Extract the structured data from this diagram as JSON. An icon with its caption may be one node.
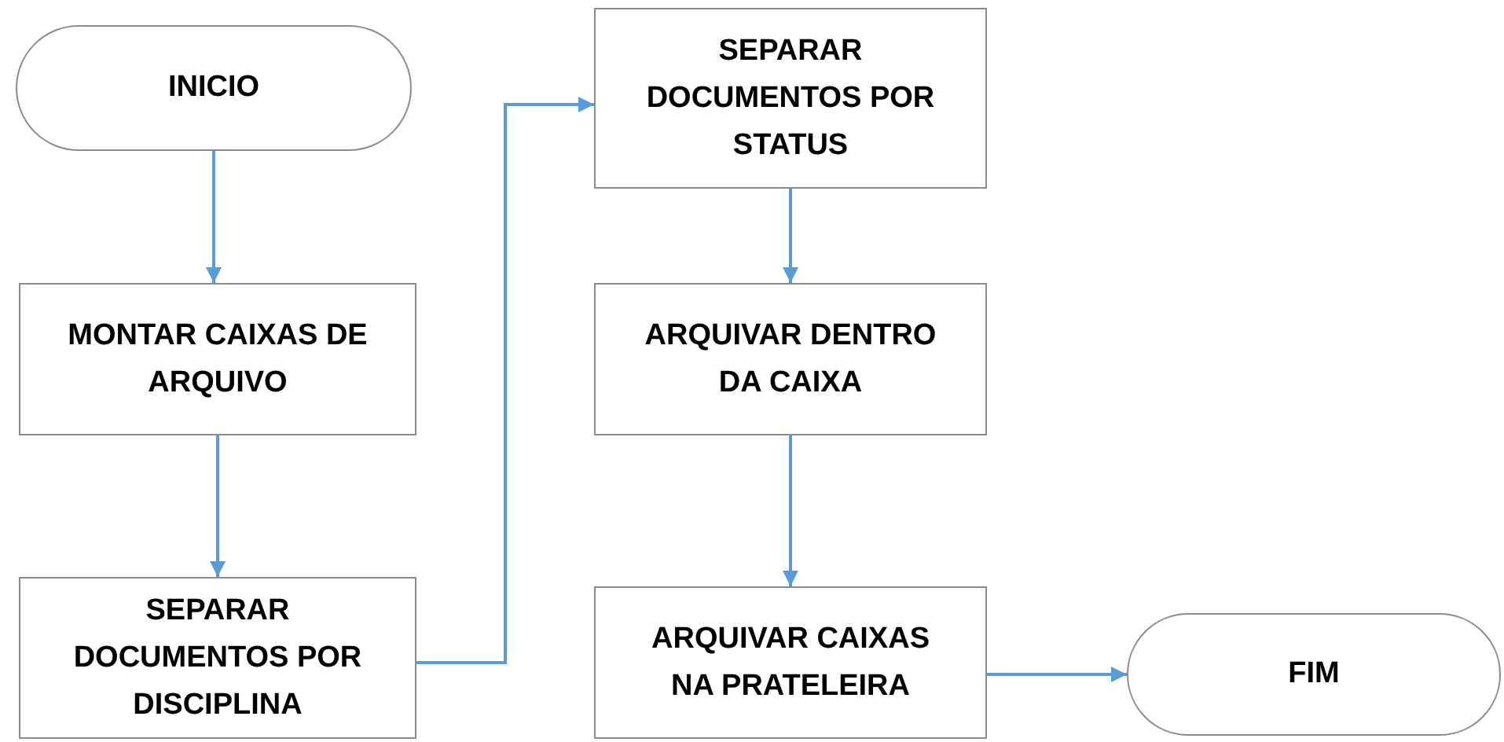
{
  "diagram": {
    "nodes": [
      {
        "text": [
          "INICIO"
        ]
      },
      {
        "text": [
          "MONTAR CAIXAS DE ARQUIVO"
        ]
      },
      {
        "text": [
          "SEPARAR DOCUMENTOS POR DISCIPLINA"
        ]
      },
      {
        "text": [
          "SEPARAR DOCUMENTOS POR STATUS"
        ]
      },
      {
        "text": [
          "ARQUIVAR DENTRO DA CAIXA"
        ]
      },
      {
        "text": [
          "ARQUIVAR CAIXAS NA PRATELEIRA"
        ]
      },
      {
        "text": [
          "FIM"
        ]
      }
    ],
    "edges": [
      {
        "from": 0,
        "to": 1,
        "arrow": "to"
      },
      {
        "from": 1,
        "to": 2,
        "arrow": "to"
      },
      {
        "from": 2,
        "to": 3,
        "arrow": "to"
      },
      {
        "from": 3,
        "to": 4,
        "arrow": "to"
      },
      {
        "from": 4,
        "to": 5,
        "arrow": "to"
      },
      {
        "from": 5,
        "to": 6,
        "arrow": "to"
      }
    ]
  }
}
